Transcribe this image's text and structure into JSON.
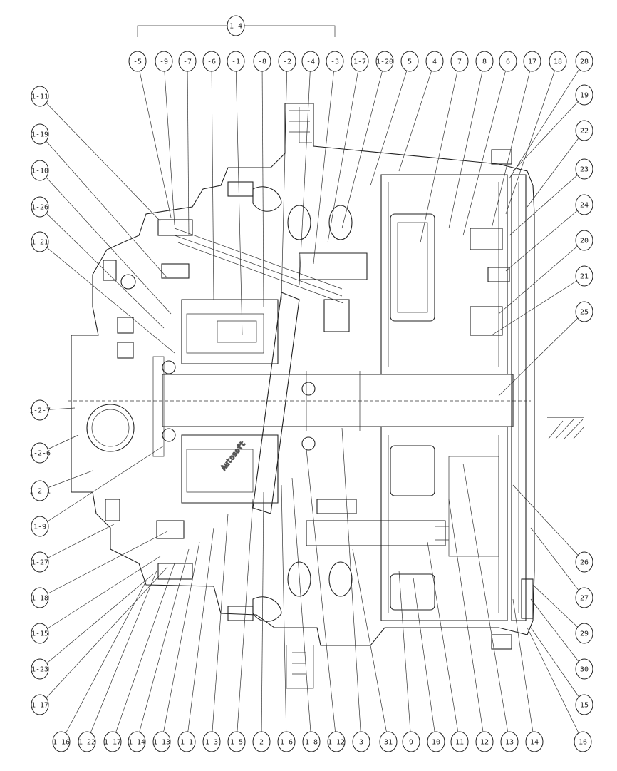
{
  "group_label": "1-4",
  "top_labels": [
    "-5",
    "-9",
    "-7",
    "-6",
    "-1",
    "-8",
    "-2",
    "-4",
    "-3",
    "1-7",
    "1-20",
    "5",
    "4",
    "7",
    "8",
    "6",
    "17",
    "18",
    "28"
  ],
  "left_labels": [
    "1-11",
    "1-19",
    "1-10",
    "1-26",
    "1-21",
    "1-2-7",
    "1-2-6",
    "1-2-1",
    "1-9",
    "1-27",
    "1-18",
    "1-15",
    "1-23",
    "1-17"
  ],
  "right_labels": [
    "19",
    "22",
    "23",
    "24",
    "20",
    "21",
    "25",
    "26",
    "27",
    "29",
    "30",
    "15"
  ],
  "bottom_labels": [
    "1-16",
    "1-22",
    "1-17",
    "1-14",
    "1-13",
    "1-1",
    "1-3",
    "1-5",
    "2",
    "1-6",
    "1-8",
    "1-12",
    "3",
    "31",
    "9",
    "10",
    "11",
    "12",
    "13",
    "14",
    "16"
  ],
  "watermark": "Autosoft"
}
